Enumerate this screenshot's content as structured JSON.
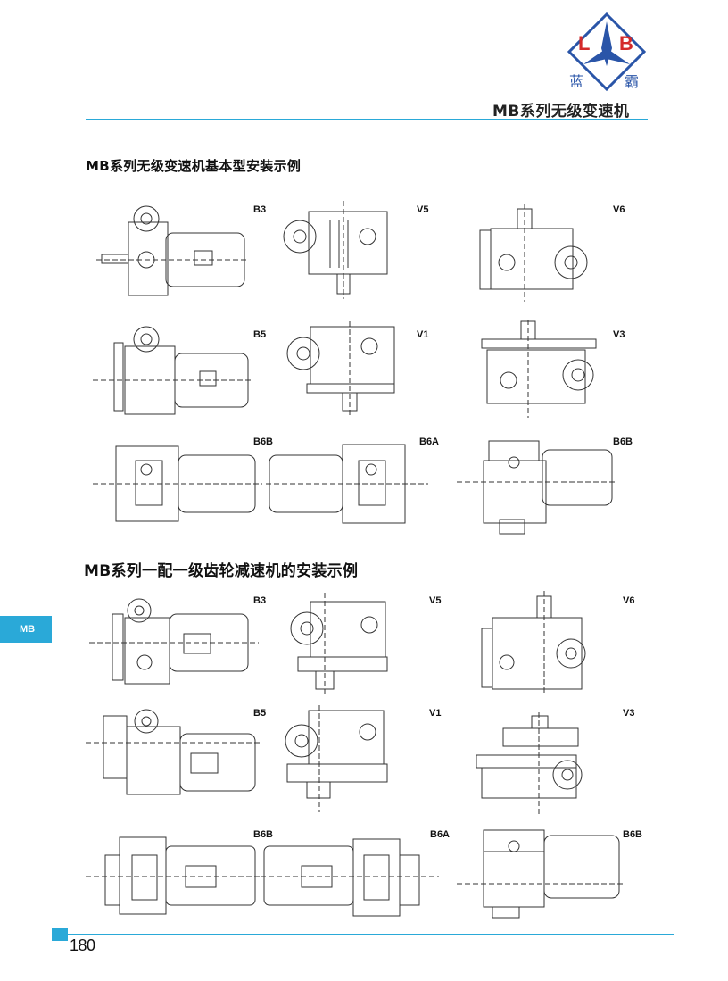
{
  "header": {
    "logo_letters": [
      "L",
      "B"
    ],
    "logo_chinese": [
      "蓝",
      "霸"
    ],
    "title": "MB系列无级变速机"
  },
  "sections": [
    {
      "title": "MB系列无级变速机基本型安装示例",
      "labels": [
        "B3",
        "V5",
        "V6",
        "B5",
        "V1",
        "V3",
        "B6B",
        "B6A",
        "B6B"
      ]
    },
    {
      "title": "MB系列一配一级齿轮减速机的安装示例",
      "labels": [
        "B3",
        "V5",
        "V6",
        "B5",
        "V1",
        "V3",
        "B6B",
        "B6A",
        "B6B"
      ]
    }
  ],
  "side_tab": "MB",
  "footer": {
    "page_number": "180"
  },
  "colors": {
    "accent": "#2aa9d8",
    "logo_blue": "#2a55a8",
    "logo_red": "#d42a2a"
  }
}
